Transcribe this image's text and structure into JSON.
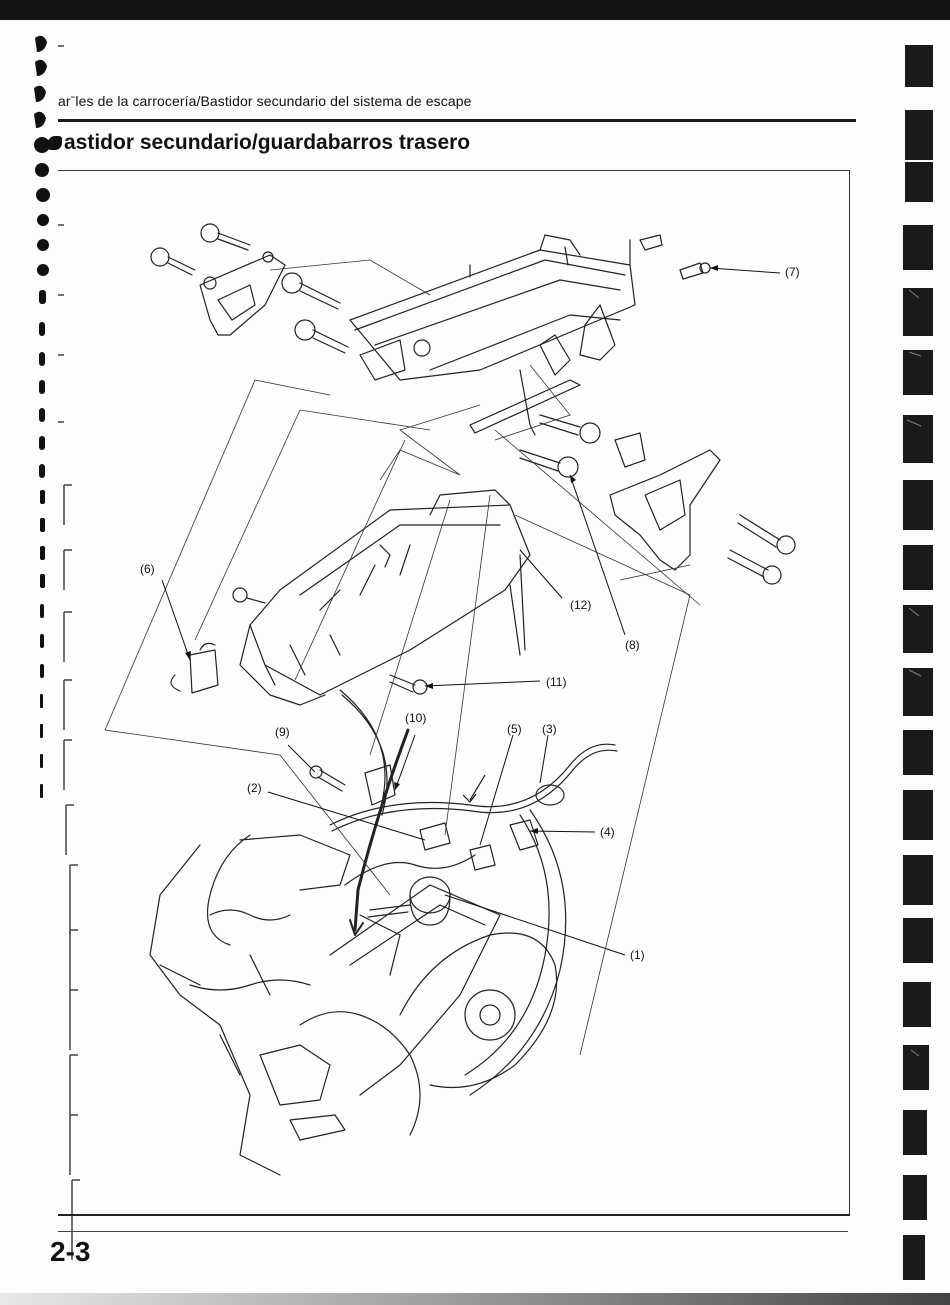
{
  "header": {
    "running_title": "arˉles de la carrocería/Bastidor secundario del sistema de escape"
  },
  "section": {
    "title": "astidor secundario/guardabarros trasero"
  },
  "diagram": {
    "callouts": [
      "(7)",
      "(6)",
      "(12)",
      "(8)",
      "(11)",
      "(10)",
      "(9)",
      "(5)",
      "(3)",
      "(2)",
      "(4)",
      "(1)"
    ]
  },
  "footer": {
    "page_number": "2-3"
  }
}
